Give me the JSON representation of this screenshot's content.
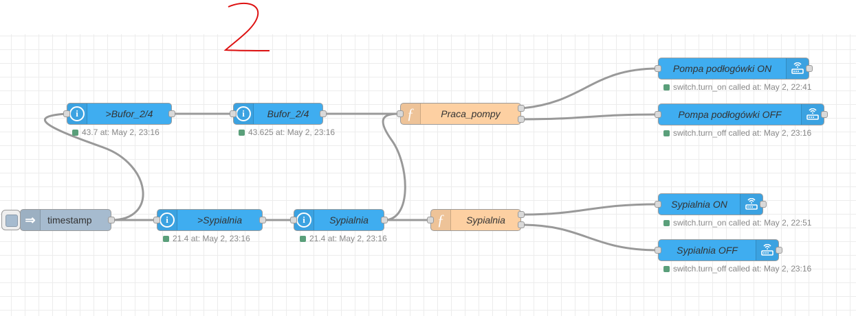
{
  "colors": {
    "ha_node": "#3fadf0",
    "function_node": "#fdd0a2",
    "inject_node": "#a6bbcf",
    "wire": "#999999",
    "status_dot": "#5a9f7a",
    "annotation": "#dd1111"
  },
  "annotation": "2",
  "nodes": {
    "timestamp": {
      "label": "timestamp",
      "icon": "arrow-right-icon"
    },
    "bufor_in": {
      "label": ">Bufor_2/4",
      "icon": "info-icon",
      "status": "43.7 at: May 2, 23:16"
    },
    "bufor_state": {
      "label": "Bufor_2/4",
      "icon": "info-icon",
      "status": "43.625 at: May 2, 23:16"
    },
    "praca_pompy": {
      "label": "Praca_pompy",
      "icon": "function-icon"
    },
    "pompa_on": {
      "label": "Pompa podłogówki ON",
      "icon": "router-icon",
      "status": "switch.turn_on called at: May 2, 22:41"
    },
    "pompa_off": {
      "label": "Pompa podłogówki OFF",
      "icon": "router-icon",
      "status": "switch.turn_off called at: May 2, 23:16"
    },
    "sypialnia_in": {
      "label": ">Sypialnia",
      "icon": "info-icon",
      "status": "21.4 at: May 2, 23:16"
    },
    "sypialnia_state": {
      "label": "Sypialnia",
      "icon": "info-icon",
      "status": "21.4 at: May 2, 23:16"
    },
    "sypialnia_fn": {
      "label": "Sypialnia",
      "icon": "function-icon"
    },
    "sypialnia_on": {
      "label": "Sypialnia ON",
      "icon": "router-icon",
      "status": "switch.turn_on called at: May 2, 22:51"
    },
    "sypialnia_off": {
      "label": "Sypialnia OFF",
      "icon": "router-icon",
      "status": "switch.turn_off called at: May 2, 23:16"
    }
  }
}
